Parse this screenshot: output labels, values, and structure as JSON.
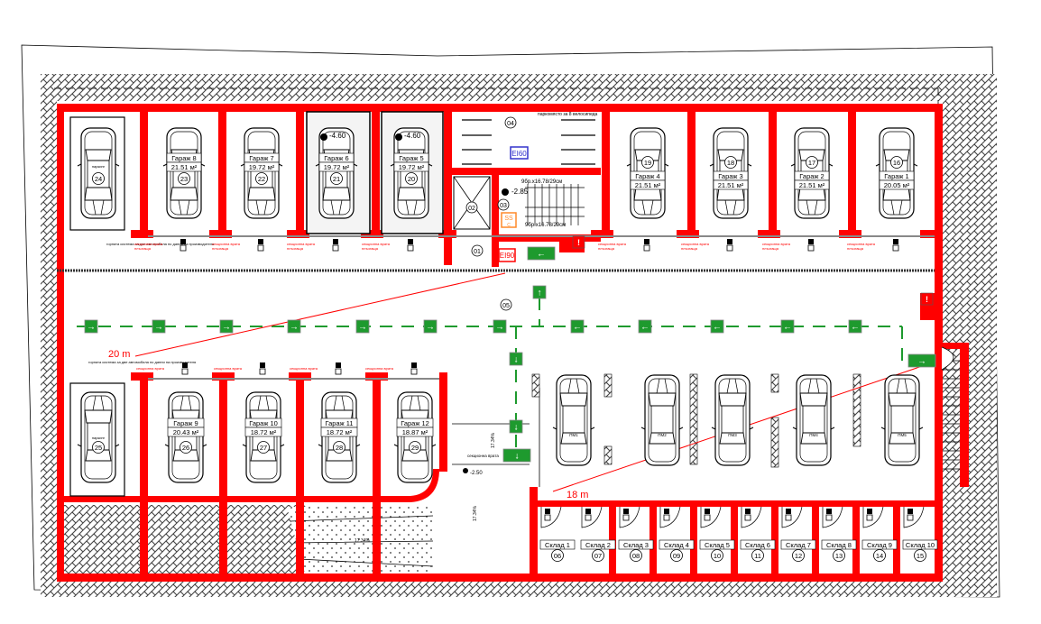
{
  "colors": {
    "wall": "#ff0000",
    "hatch": "#555555",
    "exit_sign": "#1e9a2e",
    "exit_route": "#1e9a2e",
    "door_ei60": "#3333cc",
    "door_ss": "#ff8a2a",
    "dimension": "#ff0000",
    "label_text": "#000000"
  },
  "garages_top": [
    {
      "id": "24",
      "title": "",
      "area": "",
      "type": "lift",
      "note": "паркинг"
    },
    {
      "id": "23",
      "title": "Гараж 8",
      "area": "21.51 м²"
    },
    {
      "id": "22",
      "title": "Гараж 7",
      "area": "19.72 м²"
    },
    {
      "id": "21",
      "title": "Гараж 6",
      "area": "19.72 м²",
      "level": "-4.60"
    },
    {
      "id": "20",
      "title": "Гараж 5",
      "area": "19.72 м²",
      "level": "-4.60"
    },
    {
      "id": "19",
      "title": "Гараж 4",
      "area": "21.51 м²"
    },
    {
      "id": "18",
      "title": "Гараж 3",
      "area": "21.51 м²"
    },
    {
      "id": "17",
      "title": "Гараж 2",
      "area": "21.51 м²"
    },
    {
      "id": "16",
      "title": "Гараж 1",
      "area": "20.05 м²"
    }
  ],
  "garages_bottom": [
    {
      "id": "25",
      "title": "",
      "area": "",
      "type": "lift",
      "note": "паркинг"
    },
    {
      "id": "26",
      "title": "Гараж 9",
      "area": "20.43 м²"
    },
    {
      "id": "27",
      "title": "Гараж 10",
      "area": "18.72 м²"
    },
    {
      "id": "28",
      "title": "Гараж 11",
      "area": "18.72 м²"
    },
    {
      "id": "29",
      "title": "Гараж 12",
      "area": "18.87 м²"
    }
  ],
  "open_parking": [
    {
      "label": "ПМ1"
    },
    {
      "label": "ПМ2"
    },
    {
      "label": "ПМ3"
    },
    {
      "label": "ПМ4"
    },
    {
      "label": "ПМ5"
    }
  ],
  "storages": [
    {
      "title": "Склад 1",
      "id": "06"
    },
    {
      "title": "Склад 2",
      "id": "07"
    },
    {
      "title": "Склад 3",
      "id": "08"
    },
    {
      "title": "Склад 4",
      "id": "09"
    },
    {
      "title": "Склад 5",
      "id": "10"
    },
    {
      "title": "Склад 6",
      "id": "11"
    },
    {
      "title": "Склад 7",
      "id": "12"
    },
    {
      "title": "Склад 8",
      "id": "13"
    },
    {
      "title": "Склад 9",
      "id": "14"
    },
    {
      "title": "Склад 10",
      "id": "15"
    }
  ],
  "core": {
    "room_01": "01",
    "room_02": "02",
    "room_03": "03",
    "room_04": "04",
    "room_05": "05",
    "bike_note": "паркомясто за 8 велосипеда",
    "door_ei60": "EI60",
    "door_ss": "SS",
    "door_ss_sub": "C",
    "door_ei90": "EI90",
    "stair_level": "-2.85",
    "stair_up": "9бр.x16.78/29см",
    "stair_down": "9бр.x16.78/29см",
    "ramp_level": "-2.50",
    "ramp_slope": "17.34%",
    "ramp_slope_2": "17.34%",
    "ramp_slope_3": "17.34%",
    "alarm_symbol": "!"
  },
  "dimensions": {
    "top_distance": "20 m",
    "bottom_distance": "18 m"
  },
  "notes": {
    "lift_note": "горната система за две автомобила по данни на производителя",
    "door_note": "секционна врата",
    "door_note_sub": "плъзгаща"
  },
  "exit_arrows": {
    "right": "→",
    "left": "←",
    "up": "↑",
    "down": "↓"
  }
}
